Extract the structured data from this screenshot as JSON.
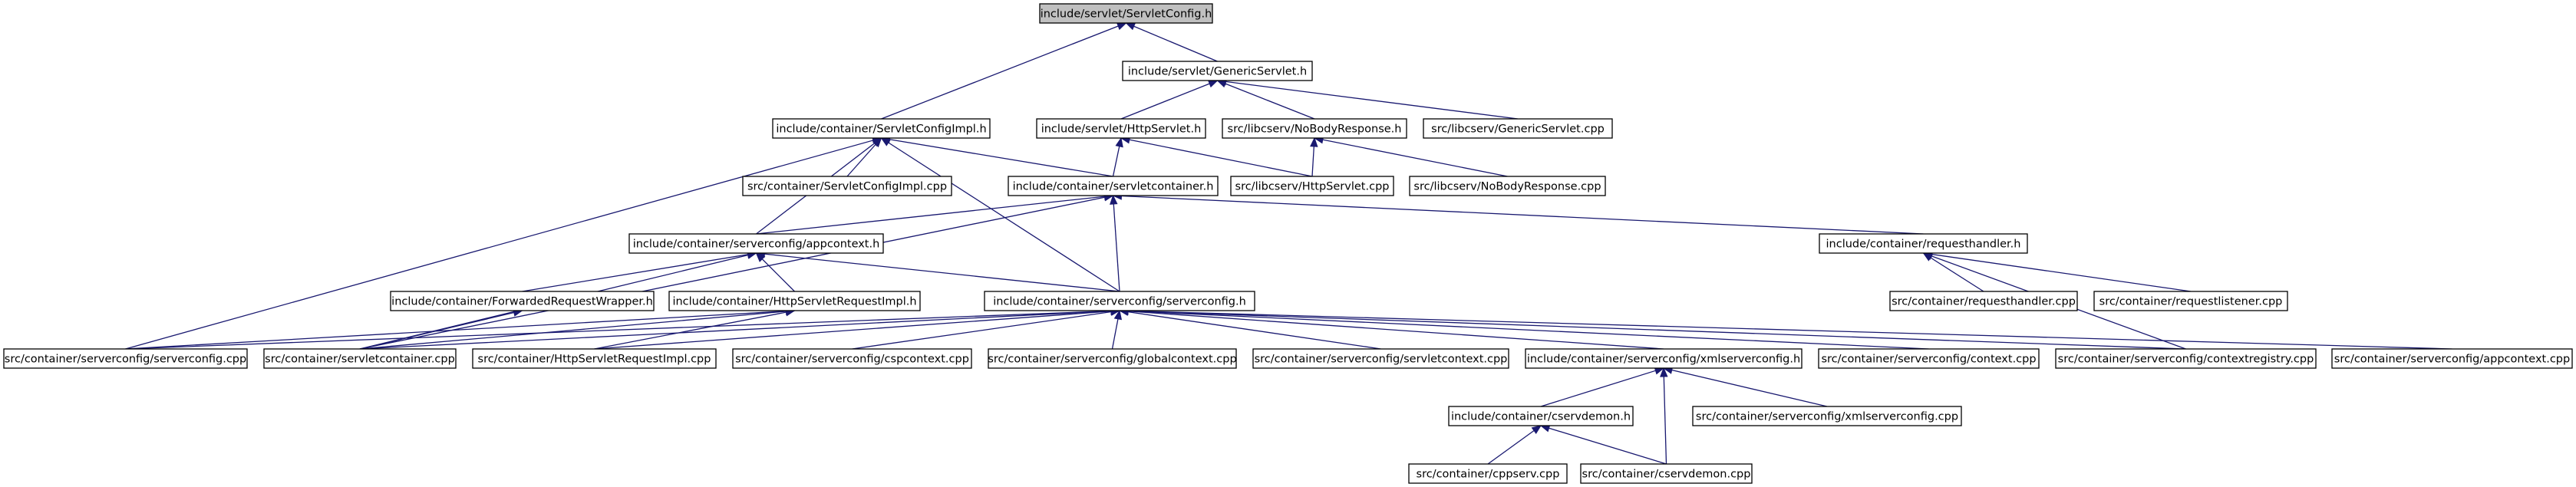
{
  "diagram": {
    "nodes": [
      {
        "id": "n0",
        "label": "include/servlet/ServletConfig.h",
        "root": true
      },
      {
        "id": "n1",
        "label": "include/servlet/GenericServlet.h"
      },
      {
        "id": "n2",
        "label": "include/container/ServletConfigImpl.h"
      },
      {
        "id": "n3",
        "label": "include/servlet/HttpServlet.h"
      },
      {
        "id": "n4",
        "label": "src/libcserv/NoBodyResponse.h"
      },
      {
        "id": "n5",
        "label": "src/libcserv/GenericServlet.cpp"
      },
      {
        "id": "n6",
        "label": "src/container/ServletConfigImpl.cpp"
      },
      {
        "id": "n7",
        "label": "include/container/servletcontainer.h"
      },
      {
        "id": "n8",
        "label": "src/libcserv/HttpServlet.cpp"
      },
      {
        "id": "n9",
        "label": "src/libcserv/NoBodyResponse.cpp"
      },
      {
        "id": "n10",
        "label": "include/container/serverconfig/appcontext.h"
      },
      {
        "id": "n11",
        "label": "include/container/requesthandler.h"
      },
      {
        "id": "n12",
        "label": "include/container/ForwardedRequestWrapper.h"
      },
      {
        "id": "n13",
        "label": "include/container/HttpServletRequestImpl.h"
      },
      {
        "id": "n14",
        "label": "include/container/serverconfig/serverconfig.h"
      },
      {
        "id": "n15",
        "label": "src/container/requesthandler.cpp"
      },
      {
        "id": "n16",
        "label": "src/container/requestlistener.cpp"
      },
      {
        "id": "n17",
        "label": "src/container/serverconfig/serverconfig.cpp"
      },
      {
        "id": "n18",
        "label": "src/container/servletcontainer.cpp"
      },
      {
        "id": "n19",
        "label": "src/container/HttpServletRequestImpl.cpp"
      },
      {
        "id": "n20",
        "label": "src/container/serverconfig/cspcontext.cpp"
      },
      {
        "id": "n21",
        "label": "src/container/serverconfig/globalcontext.cpp"
      },
      {
        "id": "n22",
        "label": "src/container/serverconfig/servletcontext.cpp"
      },
      {
        "id": "n23",
        "label": "include/container/serverconfig/xmlserverconfig.h"
      },
      {
        "id": "n24",
        "label": "src/container/serverconfig/context.cpp"
      },
      {
        "id": "n25",
        "label": "src/container/serverconfig/contextregistry.cpp"
      },
      {
        "id": "n26",
        "label": "src/container/serverconfig/appcontext.cpp"
      },
      {
        "id": "n27",
        "label": "include/container/cservdemon.h"
      },
      {
        "id": "n28",
        "label": "src/container/serverconfig/xmlserverconfig.cpp"
      },
      {
        "id": "n29",
        "label": "src/container/cppserv.cpp"
      },
      {
        "id": "n30",
        "label": "src/container/cservdemon.cpp"
      }
    ],
    "edges": [
      [
        "n1",
        "n0"
      ],
      [
        "n2",
        "n0"
      ],
      [
        "n3",
        "n1"
      ],
      [
        "n4",
        "n1"
      ],
      [
        "n5",
        "n1"
      ],
      [
        "n6",
        "n2"
      ],
      [
        "n7",
        "n2"
      ],
      [
        "n10",
        "n2"
      ],
      [
        "n14",
        "n2"
      ],
      [
        "n17",
        "n2"
      ],
      [
        "n7",
        "n3"
      ],
      [
        "n8",
        "n3"
      ],
      [
        "n8",
        "n4"
      ],
      [
        "n9",
        "n4"
      ],
      [
        "n10",
        "n7"
      ],
      [
        "n11",
        "n7"
      ],
      [
        "n14",
        "n7"
      ],
      [
        "n18",
        "n7"
      ],
      [
        "n12",
        "n10"
      ],
      [
        "n13",
        "n10"
      ],
      [
        "n14",
        "n10"
      ],
      [
        "n18",
        "n10"
      ],
      [
        "n15",
        "n11"
      ],
      [
        "n16",
        "n11"
      ],
      [
        "n25",
        "n11"
      ],
      [
        "n18",
        "n12"
      ],
      [
        "n17",
        "n13"
      ],
      [
        "n18",
        "n13"
      ],
      [
        "n19",
        "n13"
      ],
      [
        "n17",
        "n14"
      ],
      [
        "n18",
        "n14"
      ],
      [
        "n19",
        "n14"
      ],
      [
        "n20",
        "n14"
      ],
      [
        "n21",
        "n14"
      ],
      [
        "n22",
        "n14"
      ],
      [
        "n23",
        "n14"
      ],
      [
        "n24",
        "n14"
      ],
      [
        "n25",
        "n14"
      ],
      [
        "n26",
        "n14"
      ],
      [
        "n27",
        "n23"
      ],
      [
        "n28",
        "n23"
      ],
      [
        "n30",
        "n23"
      ],
      [
        "n29",
        "n27"
      ],
      [
        "n30",
        "n27"
      ]
    ]
  }
}
